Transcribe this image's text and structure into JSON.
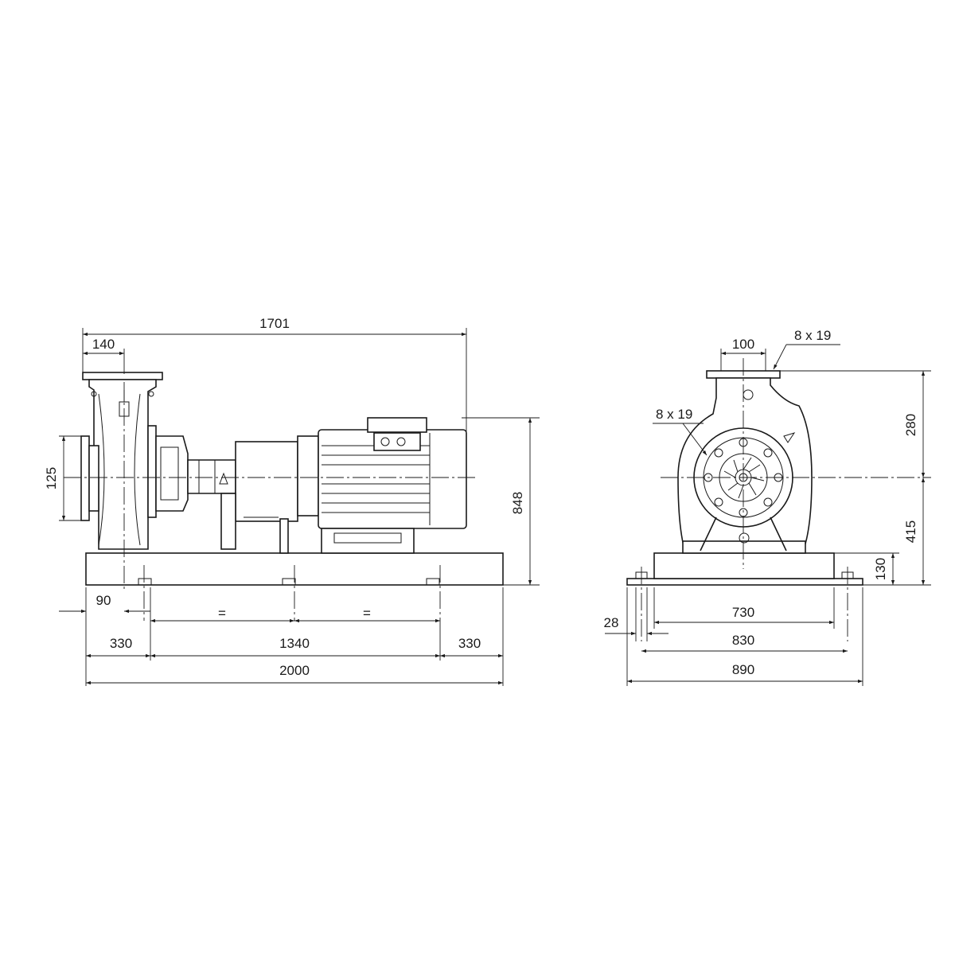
{
  "side_view": {
    "overall_length": "1701",
    "suction_offset": "140",
    "flange_size": "125",
    "height": "848",
    "foot_offset": "90",
    "equal_left": "=",
    "equal_right": "=",
    "end_left": "330",
    "center_span": "1340",
    "end_right": "330",
    "base_length": "2000"
  },
  "front_view": {
    "discharge_size": "100",
    "discharge_holes": "8 x 19",
    "suction_holes": "8 x 19",
    "upper_height": "280",
    "lower_height": "415",
    "base_height": "130",
    "hole_width": "28",
    "inner_width": "730",
    "mid_width": "830",
    "outer_width": "890"
  }
}
